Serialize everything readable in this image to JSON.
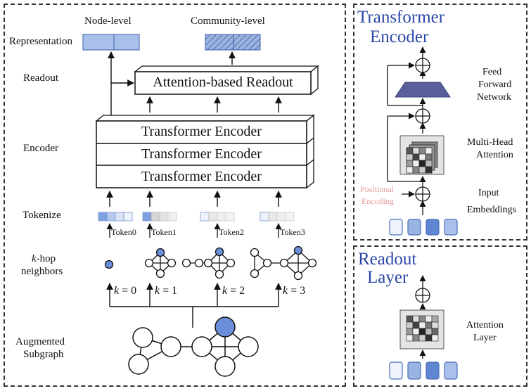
{
  "left_panel": {
    "row_labels": {
      "representation": "Representation",
      "readout": "Readout",
      "encoder": "Encoder",
      "tokenize": "Tokenize",
      "khop_k": "k",
      "khop_rest": "-hop",
      "khop_line2": "neighbors",
      "augmented_line1": "Augmented",
      "augmented_line2": "Subgraph"
    },
    "node_level": "Node-level",
    "community_level": "Community-level",
    "readout_box": "Attention-based Readout",
    "encoder_layers": [
      "Transformer Encoder",
      "Transformer Encoder",
      "Transformer Encoder"
    ],
    "tokens": [
      "Token0",
      "Token1",
      "Token2",
      "Token3"
    ],
    "hops": [
      {
        "k": "k",
        "eq": " = 0"
      },
      {
        "k": "k",
        "eq": " = 1"
      },
      {
        "k": "k",
        "eq": " = 2"
      },
      {
        "k": "k",
        "eq": " = 3"
      }
    ]
  },
  "transformer_panel": {
    "title_line1": "Transformer",
    "title_line2": "Encoder",
    "ffn_line1": "Feed",
    "ffn_line2": "Forward",
    "ffn_line3": "Network",
    "mha_line1": "Multi-Head",
    "mha_line2": "Attention",
    "pos_line1": "Positional",
    "pos_line2": "Encoding",
    "input_line1": "Input",
    "input_line2": "Embeddings"
  },
  "readout_panel": {
    "title_line1": "Readout",
    "title_line2": "Layer",
    "attn_line1": "Attention",
    "attn_line2": "Layer"
  },
  "colors": {
    "title_blue": "#2b47a8",
    "node_blue": "#6a8fd8",
    "positional_pink": "#e89a9a",
    "ffn_purple": "#5a5f9c"
  }
}
